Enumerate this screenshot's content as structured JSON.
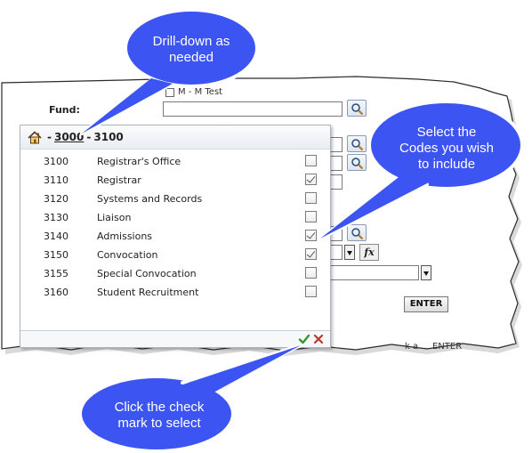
{
  "form": {
    "fund_label": "Fund:",
    "mtest_label": "M - M Test",
    "enter_label": "ENTER",
    "bottom_text": "k a     ... ENTER"
  },
  "popup": {
    "breadcrumb": {
      "sep1": "-",
      "link": "3000",
      "sep2": "-",
      "current": "3100"
    },
    "rows": [
      {
        "code": "3100",
        "name": "Registrar's Office",
        "checked": false
      },
      {
        "code": "3110",
        "name": "Registrar",
        "checked": true
      },
      {
        "code": "3120",
        "name": "Systems and Records",
        "checked": false
      },
      {
        "code": "3130",
        "name": "Liaison",
        "checked": false
      },
      {
        "code": "3140",
        "name": "Admissions",
        "checked": true
      },
      {
        "code": "3150",
        "name": "Convocation",
        "checked": true
      },
      {
        "code": "3155",
        "name": "Special Convocation",
        "checked": false
      },
      {
        "code": "3160",
        "name": "Student Recruitment",
        "checked": false
      }
    ],
    "icons": {
      "home": "home-icon",
      "ok": "check-icon",
      "cancel": "close-icon"
    }
  },
  "callouts": {
    "drill": {
      "line1": "Drill-down as",
      "line2": "needed"
    },
    "select": {
      "line1": "Select the",
      "line2": "Codes you wish",
      "line3": "to include"
    },
    "check": {
      "line1": "Click the check",
      "line2": "mark to select"
    }
  },
  "colors": {
    "callout": "#3c55f2",
    "ok_green": "#2e9a2e",
    "cancel_red": "#c0392b"
  }
}
